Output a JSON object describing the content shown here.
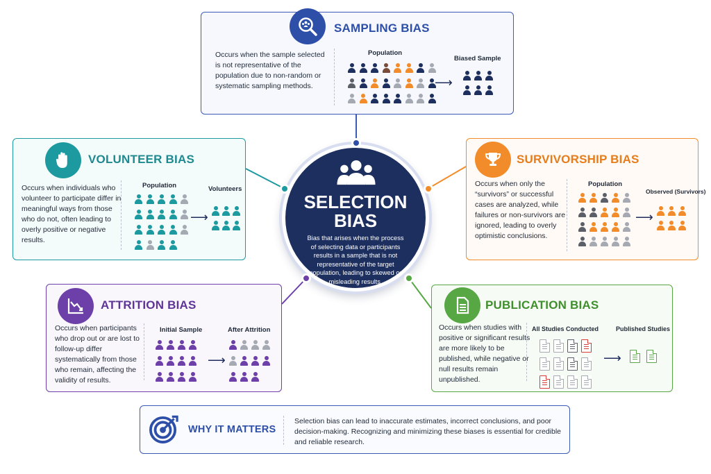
{
  "center": {
    "title_line1": "SELECTION",
    "title_line2": "BIAS",
    "description": "Bias that arises when the process of selecting data or participants results in a sample that is not representative of the target population, leading to skewed or misleading results."
  },
  "sampling": {
    "title": "SAMPLING BIAS",
    "description": "Occurs when the sample selected is not representative of the population due to non-random or systematic sampling methods.",
    "population_label": "Population",
    "sample_label": "Biased Sample",
    "accent": "#3b5ab8"
  },
  "volunteer": {
    "title": "VOLUNTEER BIAS",
    "description": "Occurs when individuals who volunteer to participate differ in meaningful ways from those who do not, often leading to overly positive or negative results.",
    "population_label": "Population",
    "sample_label": "Volunteers",
    "accent": "#1d9aa0"
  },
  "survivorship": {
    "title": "SURVIVORSHIP BIAS",
    "description": "Occurs when only the “survivors” or successful cases are analyzed, while failures or non-survivors are ignored, leading to overly optimistic conclusions.",
    "population_label": "Population",
    "sample_label": "Observed (Survivors)",
    "accent": "#f28c2a"
  },
  "attrition": {
    "title": "ATTRITION BIAS",
    "description": "Occurs when participants who drop out or are lost to follow-up differ systematically from those who remain, affecting the validity of results.",
    "population_label": "Initial Sample",
    "sample_label": "After Attrition",
    "accent": "#6d3fa8"
  },
  "publication": {
    "title": "PUBLICATION BIAS",
    "description": "Occurs when studies with positive or significant results are more likely to be published, while negative or null results remain unpublished.",
    "population_label": "All Studies Conducted",
    "sample_label": "Published Studies",
    "accent": "#57a844"
  },
  "matters": {
    "title": "WHY IT MATTERS",
    "description": "Selection bias can lead to inaccurate estimates, incorrect conclusions, and poor decision-making. Recognizing and minimizing these biases is essential for credible and reliable research."
  },
  "colors": {
    "navy": "#1d2f5e",
    "gray": "#a4a9b2",
    "darkgray": "#5b6068",
    "red": "#d93a32",
    "brown": "#7a4a3a"
  }
}
